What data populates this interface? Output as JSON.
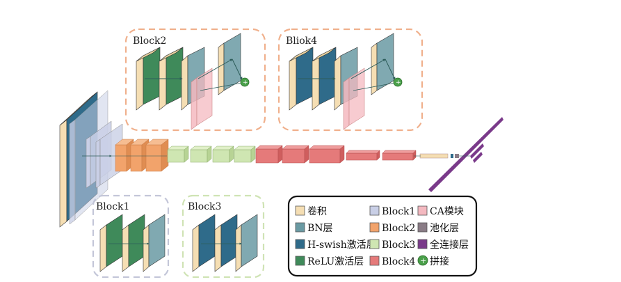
{
  "blocks": {
    "block2": {
      "title": "Block2"
    },
    "block4": {
      "title": "Bliok4"
    },
    "block1": {
      "title": "Block1"
    },
    "block3": {
      "title": "Block3"
    }
  },
  "legend": {
    "items": [
      {
        "label": "卷积",
        "color": "#f5deb3"
      },
      {
        "label": "BN层",
        "color": "#6a9aa3"
      },
      {
        "label": "H-swish激活层",
        "color": "#2f6b8a"
      },
      {
        "label": "ReLU激活层",
        "color": "#3f8a5a"
      },
      {
        "label": "Block1",
        "color": "#c9cfe6"
      },
      {
        "label": "Block2",
        "color": "#f2a36b"
      },
      {
        "label": "Block3",
        "color": "#cfe6b2"
      },
      {
        "label": "Block4",
        "color": "#e57a7a"
      },
      {
        "label": "CA模块",
        "color": "#f4b9c0"
      },
      {
        "label": "池化层",
        "color": "#8a7c86"
      },
      {
        "label": "全连接层",
        "color": "#7a3a8a"
      },
      {
        "label": "拼接",
        "color": "#4aa04a"
      }
    ]
  },
  "colors": {
    "conv": "#f5deb3",
    "bn": "#6a9aa3",
    "hswish": "#2f6b8a",
    "relu": "#3f8a5a",
    "block1": "#c9cfe6",
    "block2": "#f2a36b",
    "block3": "#cfe6b2",
    "block4": "#e57a7a",
    "ca": "#f4b9c0",
    "pool": "#8a7c86",
    "fc": "#7a3a8a",
    "concat": "#4aa04a",
    "frame_block2": "#f0b08c",
    "frame_block1": "#c3c6d8",
    "frame_block3": "#cfe3b4"
  }
}
